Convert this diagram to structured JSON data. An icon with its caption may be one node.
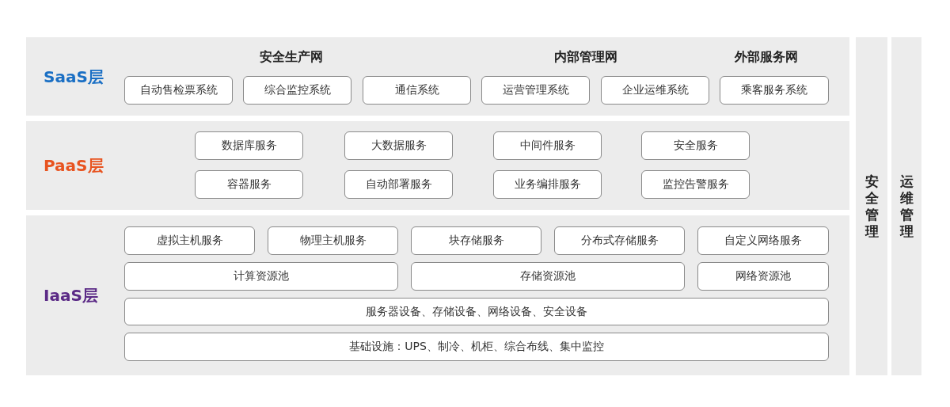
{
  "diagram": {
    "nodes": [
      {
        "text": [
          "SaaS层",
          "安全生产网",
          "内部管理网",
          "外部服务网"
        ]
      },
      {
        "text": [
          "自动售检票系统"
        ],
        "in": 0
      },
      {
        "text": [
          "综合监控系统"
        ],
        "in": 0
      },
      {
        "text": [
          "通信系统"
        ],
        "in": 0
      },
      {
        "text": [
          "运营管理系统"
        ],
        "in": 0
      },
      {
        "text": [
          "企业运维系统"
        ],
        "in": 0
      },
      {
        "text": [
          "乘客服务系统"
        ],
        "in": 0
      },
      {
        "text": [
          "PaaS层"
        ]
      },
      {
        "text": [
          "数据库服务"
        ],
        "in": 7
      },
      {
        "text": [
          "大数据服务"
        ],
        "in": 7
      },
      {
        "text": [
          "中间件服务"
        ],
        "in": 7
      },
      {
        "text": [
          "安全服务"
        ],
        "in": 7
      },
      {
        "text": [
          "容器服务"
        ],
        "in": 7
      },
      {
        "text": [
          "自动部署服务"
        ],
        "in": 7
      },
      {
        "text": [
          "业务编排服务"
        ],
        "in": 7
      },
      {
        "text": [
          "监控告警服务"
        ],
        "in": 7
      },
      {
        "text": [
          "IaaS层"
        ]
      },
      {
        "text": [
          "虚拟主机服务"
        ],
        "in": 16
      },
      {
        "text": [
          "物理主机服务"
        ],
        "in": 16
      },
      {
        "text": [
          "块存储服务"
        ],
        "in": 16
      },
      {
        "text": [
          "分布式存储服务"
        ],
        "in": 16
      },
      {
        "text": [
          "自定义网络服务"
        ],
        "in": 16
      },
      {
        "text": [
          "计算资源池"
        ],
        "in": 16
      },
      {
        "text": [
          "存储资源池"
        ],
        "in": 16
      },
      {
        "text": [
          "网络资源池"
        ],
        "in": 16
      },
      {
        "text": [
          "服务器设备、存储设备、网络设备、安全设备"
        ],
        "in": 16
      },
      {
        "text": [
          "基础设施：UPS、制冷、机柜、综合布线、集中监控"
        ],
        "in": 16
      },
      {
        "text": [
          "安全管理"
        ]
      },
      {
        "text": [
          "运维管理"
        ]
      }
    ]
  }
}
